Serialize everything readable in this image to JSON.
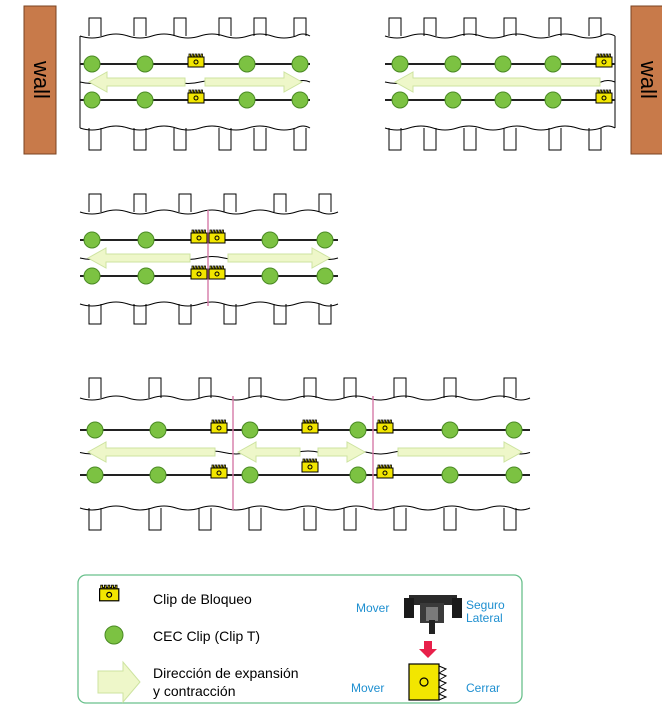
{
  "walls": {
    "left_label": "wall",
    "right_label": "wall"
  },
  "legend": {
    "lock_clip_label": "Clip de Bloqueo",
    "cec_clip_label": "CEC Clip (Clip T)",
    "direction_line1": "Dirección de expansión",
    "direction_line2": "y contracción",
    "move_top": "Mover",
    "side_lock_line1": "Seguro",
    "side_lock_line2": "Lateral",
    "move_bottom": "Mover",
    "close_label": "Cerrar"
  },
  "colors": {
    "wall": "#c87a4a",
    "wall_border": "#7a4322",
    "clip_green": "#7cc242",
    "clip_green_border": "#4a8a24",
    "lock_yellow": "#f2e600",
    "arrow_fill": "#eef7c9",
    "arrow_border": "#cde3a0",
    "joint_line": "#d67aa8",
    "legend_border": "#69c08c",
    "blue_text": "#1e8fd0",
    "red_arrow": "#e8204a"
  }
}
